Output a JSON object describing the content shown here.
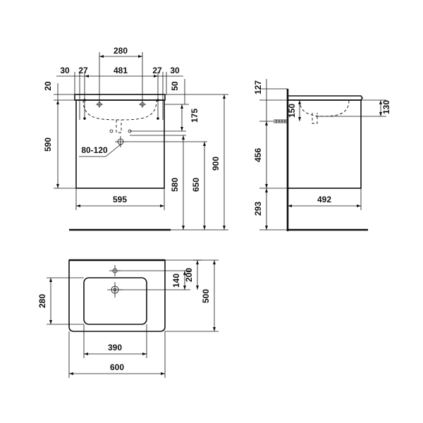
{
  "front_view": {
    "dims": {
      "top_280": "280",
      "left_30": "30",
      "left_27": "27",
      "center_481": "481",
      "right_27": "27",
      "right_30": "30",
      "top_20": "20",
      "top_50": "50",
      "height_590": "590",
      "drain_175": "175",
      "drain_range": "80-120",
      "height_580": "580",
      "height_650": "650",
      "height_900": "900",
      "width_595": "595"
    }
  },
  "side_view": {
    "dims": {
      "top_127": "127",
      "depth_150": "150",
      "depth_130": "130",
      "height_456": "456",
      "height_293": "293",
      "width_492": "492"
    }
  },
  "top_view": {
    "dims": {
      "bowl_280": "280",
      "tap_140": "140",
      "tap_200": "200",
      "depth_500": "500",
      "bowl_390": "390",
      "width_600": "600"
    }
  }
}
